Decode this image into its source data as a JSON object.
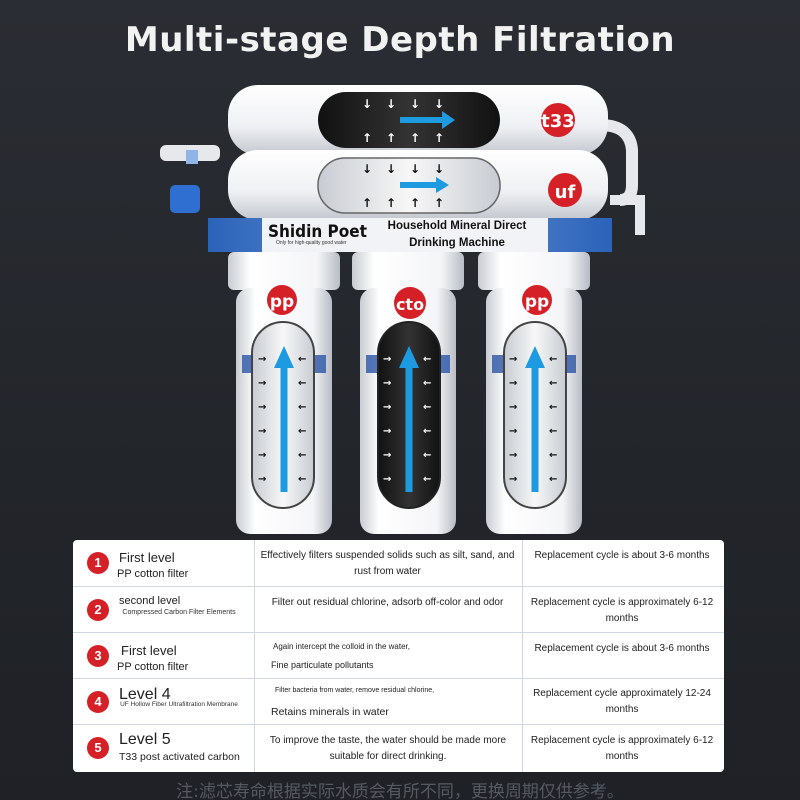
{
  "title": "Multi-stage Depth Filtration",
  "brand": {
    "name": "Shidin Poet",
    "sub": "Only for high-quality good water",
    "description": "Household Mineral Direct Drinking Machine"
  },
  "top_filters": [
    {
      "label": "t33",
      "color": "#d42026"
    },
    {
      "label": "uf",
      "color": "#d42026"
    }
  ],
  "bottom_filters": [
    {
      "label": "pp"
    },
    {
      "label": "cto"
    },
    {
      "label": "pp"
    }
  ],
  "accent_color": "#1e9be0",
  "table": {
    "rows": [
      {
        "num": "1",
        "level": "First level",
        "name": "PP cotton filter",
        "desc": "Effectively filters suspended solids such as silt, sand, and rust from water",
        "cycle": "Replacement cycle is about 3-6 months"
      },
      {
        "num": "2",
        "level": "second level",
        "name": "Compressed Carbon Filter Elements",
        "desc": "Filter out residual chlorine, adsorb off-color and odor",
        "cycle": "Replacement cycle is approximately 6-12 months"
      },
      {
        "num": "3",
        "level": "First level",
        "name": "PP cotton filter",
        "desc_line1": "Again intercept the colloid in the water,",
        "desc_line2": "Fine particulate pollutants",
        "cycle": "Replacement cycle is about 3-6 months"
      },
      {
        "num": "4",
        "level": "Level 4",
        "name": "UF Hollow Fiber Ultrafiltration Membrane",
        "desc_line1": "Filter bacteria from water, remove residual chlorine,",
        "desc_line2": "Retains minerals in water",
        "cycle": "Replacement cycle approximately 12-24 months"
      },
      {
        "num": "5",
        "level": "Level 5",
        "name": "T33 post activated carbon",
        "desc": "To improve the taste, the water should be made more suitable for direct drinking.",
        "cycle": "Replacement cycle is approximately 6-12 months"
      }
    ]
  },
  "note": "注:滤芯寿命根据实际水质会有所不同，更换周期仅供参考。"
}
